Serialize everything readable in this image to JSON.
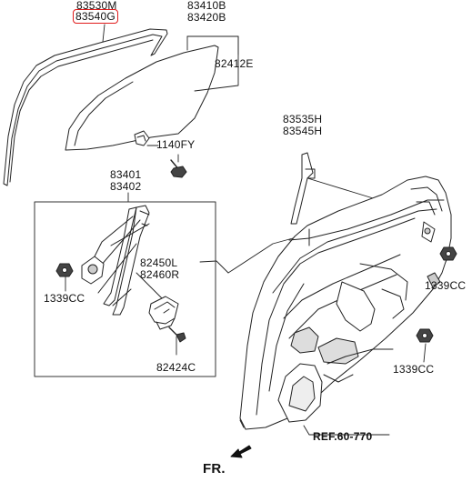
{
  "labels": {
    "p83530M": "83530M",
    "p83540G": "83540G",
    "p83410B": "83410B",
    "p83420B": "83420B",
    "p82412E": "82412E",
    "p1140FY": "1140FY",
    "p83401": "83401",
    "p83402": "83402",
    "p82450L": "82450L",
    "p82460R": "82460R",
    "p1339CC_left": "1339CC",
    "p82424C": "82424C",
    "p83535H": "83535H",
    "p83545H": "83545H",
    "p1339CC_right": "1339CC",
    "p1339CC_bottom": "1339CC",
    "ref": "REF.60-770",
    "front": "FR."
  },
  "highlight_color": "#e01a1a"
}
